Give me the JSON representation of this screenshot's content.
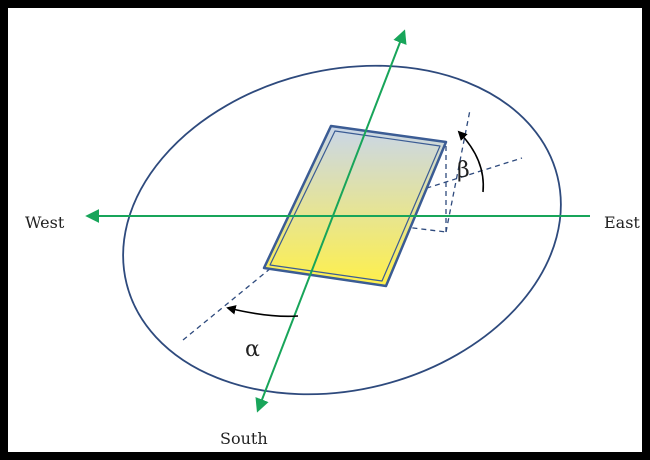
{
  "labels": {
    "west": "West",
    "east": "East",
    "south": "South",
    "alpha": "α",
    "beta": "β"
  },
  "colors": {
    "frame": "#000000",
    "ellipse": "#2e4a7d",
    "axis": "#18a55a",
    "panel_edge": "#3b5c94",
    "panel_top": "#c9d6ea",
    "panel_bottom": "#fff04a",
    "dashed": "#2e4a7d",
    "arc": "#000000"
  }
}
